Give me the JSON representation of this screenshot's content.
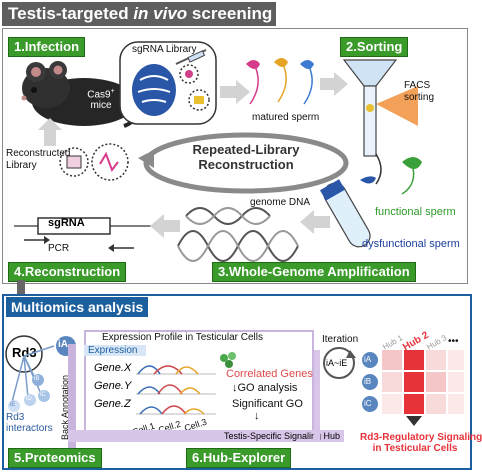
{
  "header": {
    "title_prefix": "Testis-targeted ",
    "title_italic": "in vivo",
    "title_suffix": " screening"
  },
  "steps": {
    "infection": "1.Infection",
    "sorting": "2.Sorting",
    "amplification": "3.Whole-Genome Amplification",
    "reconstruction": "4.Reconstruction",
    "proteomics": "5.Proteomics",
    "hub_explorer": "6.Hub-Explorer"
  },
  "screening": {
    "sgrna_library": "sgRNA Library",
    "cas9_mice": "Cas9",
    "cas9_sup": "+",
    "mice": "mice",
    "matured_sperm": "matured sperm",
    "facs_line1": "FACS",
    "facs_line2": "sorting",
    "reconstructed_line1": "Reconstructed",
    "reconstructed_line2": "Library",
    "repeated_line1": "Repeated-Library",
    "repeated_line2": "Reconstruction",
    "genome_dna": "genome DNA",
    "functional_sperm": "functional sperm",
    "dysfunctional_sperm": "dysfunctional sperm",
    "sgrna_box": "sgRNA",
    "pcr": "PCR"
  },
  "multiomics": {
    "title": "Multiomics analysis",
    "rd3": "Rd3",
    "rd3_interactors_line1": "Rd3",
    "rd3_interactors_line2": "interactors",
    "ia": "iA",
    "ib": "iB",
    "ic": "iC",
    "id": "iD",
    "ie": "iE",
    "back_annotation": "Back Annotation",
    "expression_profile_title": "Expression Profile in Testicular Cells",
    "expression_tab": "Expression",
    "genes": [
      "Gene.X",
      "Gene.Y",
      "Gene.Z"
    ],
    "cells": [
      "Cell.1",
      "Cell.2",
      "Cell.3"
    ],
    "correlated_genes": "Correlated Genes",
    "go_analysis": "GO analysis",
    "significant_go": "Significant GO",
    "signaling_hub": "Testis-Specific Signaling Hub",
    "iteration": "Iteration",
    "ia_ie": "iA~iE",
    "hubs": [
      "Hub 1",
      "Hub 2",
      "Hub 3"
    ],
    "ellipsis": "•••",
    "rd3_regulatory_line1": "Rd3-Regulatory Signaling",
    "rd3_regulatory_line2": "in Testicular Cells"
  },
  "colors": {
    "step_green": "#3a9a2a",
    "multiomics_blue": "#1c5f9e",
    "title_gray": "#5e5e5e",
    "hub_red": "#e8323a",
    "correlated_red": "#e04a4a",
    "sperm_green": "#3aa13a"
  }
}
